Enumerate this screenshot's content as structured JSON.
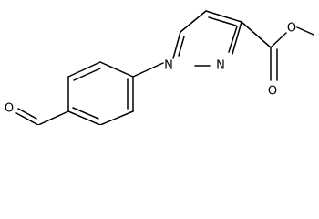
{
  "molecule": {
    "atom_labels": {
      "n1": "N",
      "n2": "N",
      "o_carbonyl": "O",
      "o_ester": "O",
      "o_aldehyde": "O"
    }
  },
  "colors": {
    "bond": "#000000",
    "label": "#000000",
    "background": "#ffffff"
  }
}
